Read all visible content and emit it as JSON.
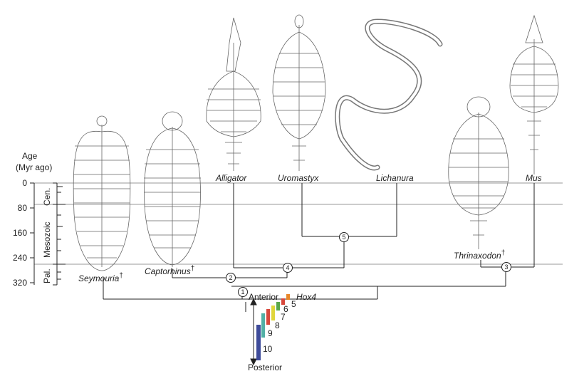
{
  "axis": {
    "title_line1": "Age",
    "title_line2": "(Myr ago)",
    "ticks": [
      "0",
      "80",
      "160",
      "240",
      "320"
    ],
    "eras": [
      "Cen.",
      "Mesozoic",
      "Pal."
    ]
  },
  "taxa": {
    "seymouria": "Seymouria",
    "captorhinus": "Captorhinus",
    "alligator": "Alligator",
    "uromastyx": "Uromastyx",
    "lichanura": "Lichanura",
    "thrinaxodon": "Thrinaxodon",
    "mus": "Mus",
    "dagger": "†"
  },
  "nodes": [
    "1",
    "2",
    "3",
    "4",
    "5"
  ],
  "hox": {
    "anterior": "Anterior",
    "posterior": "Posterior",
    "gene": "Hox4",
    "numbers": [
      "5",
      "6",
      "7",
      "8",
      "9",
      "10"
    ],
    "colors": [
      "#e8872a",
      "#d8483d",
      "#e0d63a",
      "#5aa74a",
      "#52b0a6",
      "#3e4b9a"
    ]
  },
  "colors": {
    "line": "#222222",
    "skeleton": "#555555",
    "grid": "#999999"
  }
}
